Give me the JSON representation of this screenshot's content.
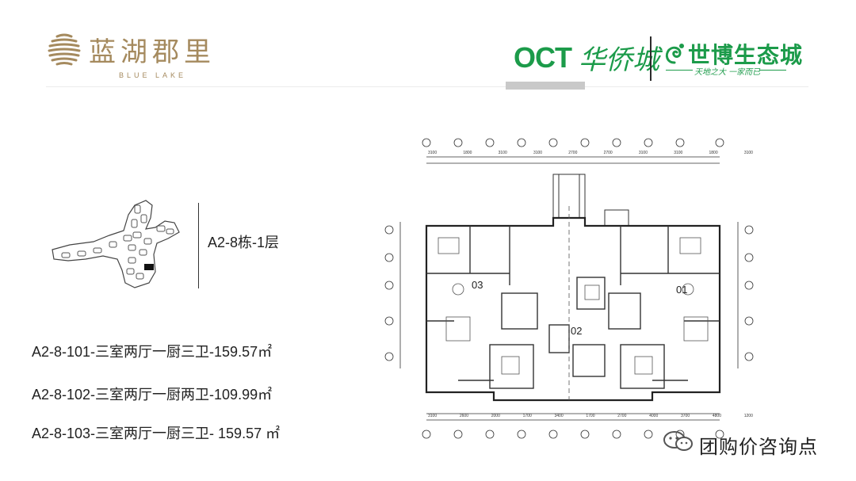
{
  "header": {
    "brand_cn": "蓝湖郡里",
    "brand_en": "BLUE LAKE",
    "oct_logo": "OCT",
    "oct_cn": "华侨城",
    "eco_cn": "世博生态城",
    "eco_sub": "天地之大 一家而已",
    "colors": {
      "gold": "#a58a5e",
      "green": "#1c9b4a"
    }
  },
  "building": {
    "label": "A2-8栋-1层"
  },
  "units": [
    "A2-8-101-三室两厅一厨三卫-159.57㎡",
    "A2-8-102-三室两厅一厨两卫-109.99㎡",
    "A2-8-103-三室两厅一厨三卫- 159.57 ㎡"
  ],
  "plan": {
    "unit_marks": [
      "03",
      "02",
      "01"
    ],
    "dims_top": [
      "3100",
      "1800",
      "3100",
      "3100",
      "2700",
      "2700",
      "3100",
      "3100",
      "1800",
      "3100"
    ],
    "dims_bottom": [
      "3100",
      "2600",
      "2000",
      "1700",
      "3400",
      "1700",
      "2700",
      "4000",
      "3700",
      "4800",
      "1200"
    ]
  },
  "watermark": {
    "text": "团购价咨询点",
    "icon": "wechat-icon"
  }
}
